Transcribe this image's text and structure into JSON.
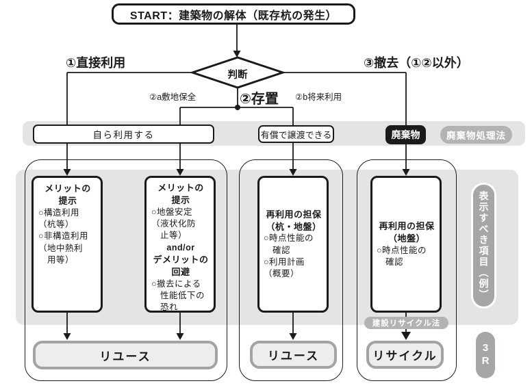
{
  "start": {
    "label": "START：建築物の解体（既存杭の発生）"
  },
  "decision": {
    "label": "判断"
  },
  "branches": {
    "direct_use": "①直接利用",
    "leave_in_place": "②存置",
    "site_preservation": "②a敷地保全",
    "future_use": "②b将来利用",
    "removal": "③撤去（①②以外）"
  },
  "mid_row": {
    "self_use": "自ら利用する",
    "paid_transfer": "有償で譲渡できる",
    "waste": "廃棄物",
    "waste_law": "廃棄物処理法"
  },
  "columns": {
    "col1": {
      "heading": "メリットの\n提示",
      "body": "○構造利用\n（杭等）\n○非構造利用\n（地中熱利\n　用等）"
    },
    "col2": {
      "heading": "メリットの\n提示",
      "body1": "○地盤安定\n（液状化防\n　止等）",
      "connector": "and/or",
      "heading2": "デメリットの\n回避",
      "body2": "○撤去による\n　性能低下の\n　恐れ"
    },
    "col3": {
      "heading": "再利用の担保\n（杭・地盤）",
      "body": "○時点性能の\n　確認\n○利用計画\n（概要）"
    },
    "col4": {
      "heading": "再利用の担保\n（地盤）",
      "body": "○時点性能の\n　確認"
    }
  },
  "outcomes": {
    "reuse1": "リユース",
    "reuse2": "リユース",
    "recycle": "リサイクル",
    "recycle_law": "建設リサイクル法"
  },
  "side": {
    "display_items": "表示すべき項目（例）",
    "three_r": "3R"
  },
  "colors": {
    "ink": "#1a1a1a",
    "panel": "#e4e4e4",
    "pill": "#b3b3b3",
    "darkpill": "#a5a6a6",
    "outcomefill": "#ededed",
    "outcomeborder": "#a3a3a3"
  }
}
